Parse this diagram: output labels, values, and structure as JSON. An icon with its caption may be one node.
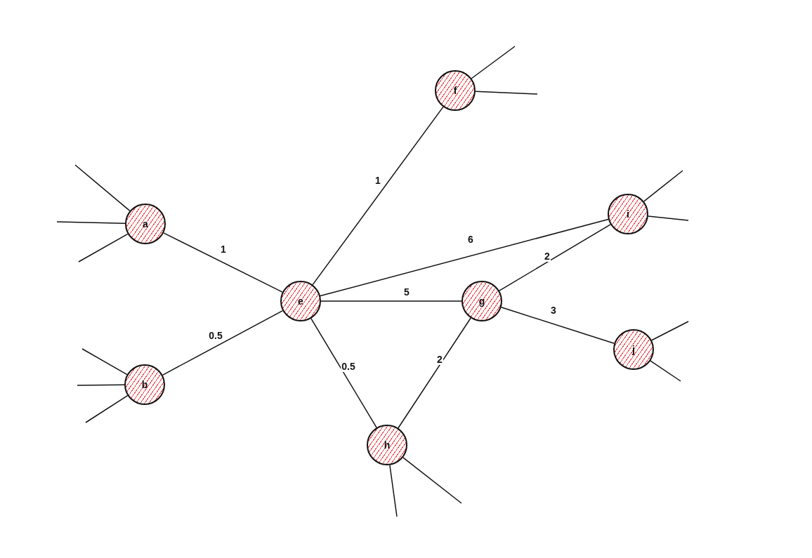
{
  "diagram": {
    "nodes": [
      {
        "text": [
          "a"
        ]
      },
      {
        "text": [
          "b"
        ]
      },
      {
        "text": [
          "e"
        ]
      },
      {
        "text": [
          "f"
        ]
      },
      {
        "text": [
          "g"
        ]
      },
      {
        "text": [
          "h"
        ]
      },
      {
        "text": [
          "i"
        ]
      },
      {
        "text": [
          "j"
        ]
      }
    ],
    "edges": [
      {
        "from": 0,
        "to": 2,
        "arrow": "none",
        "label": "1"
      },
      {
        "from": 1,
        "to": 2,
        "arrow": "none",
        "label": "0.5"
      },
      {
        "from": 2,
        "to": 3,
        "arrow": "none",
        "label": "1"
      },
      {
        "from": 2,
        "to": 6,
        "arrow": "none",
        "label": "6"
      },
      {
        "from": 2,
        "to": 4,
        "arrow": "none",
        "label": "5"
      },
      {
        "from": 2,
        "to": 5,
        "arrow": "none",
        "label": "0.5"
      },
      {
        "from": 4,
        "to": 6,
        "arrow": "none",
        "label": "2"
      },
      {
        "from": 4,
        "to": 7,
        "arrow": "none",
        "label": "3"
      },
      {
        "from": 4,
        "to": 5,
        "arrow": "none",
        "label": "2"
      },
      {
        "from": 0,
        "to": null,
        "arrow": "none"
      },
      {
        "from": 0,
        "to": null,
        "arrow": "none"
      },
      {
        "from": 0,
        "to": null,
        "arrow": "none"
      },
      {
        "from": 1,
        "to": null,
        "arrow": "none"
      },
      {
        "from": 1,
        "to": null,
        "arrow": "none"
      },
      {
        "from": 1,
        "to": null,
        "arrow": "none"
      },
      {
        "from": 3,
        "to": null,
        "arrow": "none"
      },
      {
        "from": 3,
        "to": null,
        "arrow": "none"
      },
      {
        "from": 6,
        "to": null,
        "arrow": "none"
      },
      {
        "from": 6,
        "to": null,
        "arrow": "none"
      },
      {
        "from": 7,
        "to": null,
        "arrow": "none"
      },
      {
        "from": 7,
        "to": null,
        "arrow": "none"
      },
      {
        "from": 5,
        "to": null,
        "arrow": "none"
      },
      {
        "from": 5,
        "to": null,
        "arrow": "none"
      }
    ]
  }
}
